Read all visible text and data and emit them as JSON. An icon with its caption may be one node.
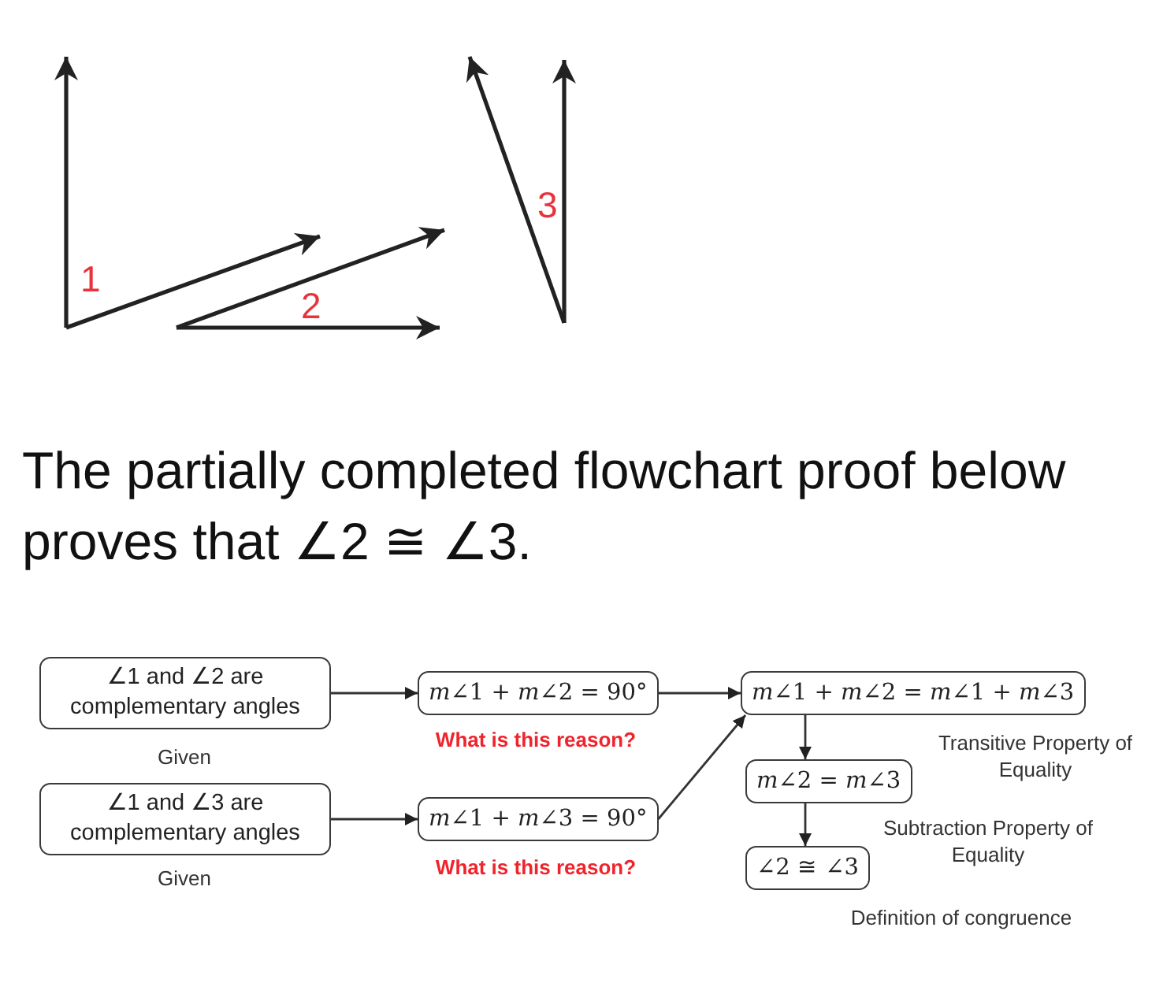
{
  "diagram": {
    "nodes": [
      {
        "text": [
          "∠1 and ∠2 are complementary angles"
        ],
        "beside": [
          "Given"
        ]
      },
      {
        "text": [
          "*m*∠1 + *m*∠2 = 90°"
        ],
        "beside": [
          "What is this reason?"
        ]
      },
      {
        "text": [
          "∠1 and ∠3 are complementary angles"
        ],
        "beside": [
          "Given"
        ]
      },
      {
        "text": [
          "*m*∠1 + *m*∠3 = 90°"
        ],
        "beside": [
          "What is this reason?"
        ]
      },
      {
        "text": [
          "*m*∠1 + *m*∠2 = *m*∠1 + *m*∠3"
        ],
        "beside": [
          "Transitive Property of Equality"
        ]
      },
      {
        "text": [
          "*m*∠2 = *m*∠3"
        ],
        "beside": [
          "Subtraction Property of Equality"
        ]
      },
      {
        "text": [
          "∠2 ≅ ∠3"
        ],
        "beside": [
          "Definition of congruence"
        ]
      }
    ],
    "edges": [
      {
        "from": 0,
        "to": 1,
        "arrow": "to"
      },
      {
        "from": 2,
        "to": 3,
        "arrow": "to"
      },
      {
        "from": 1,
        "to": 4,
        "arrow": "to"
      },
      {
        "from": 3,
        "to": 4,
        "arrow": "to"
      },
      {
        "from": 4,
        "to": 5,
        "arrow": "to"
      },
      {
        "from": 5,
        "to": 6,
        "arrow": "to"
      }
    ],
    "labels": [
      "1",
      "2",
      "3",
      "The partially completed flowchart proof below proves that ∠2 ≅ ∠3."
    ]
  }
}
